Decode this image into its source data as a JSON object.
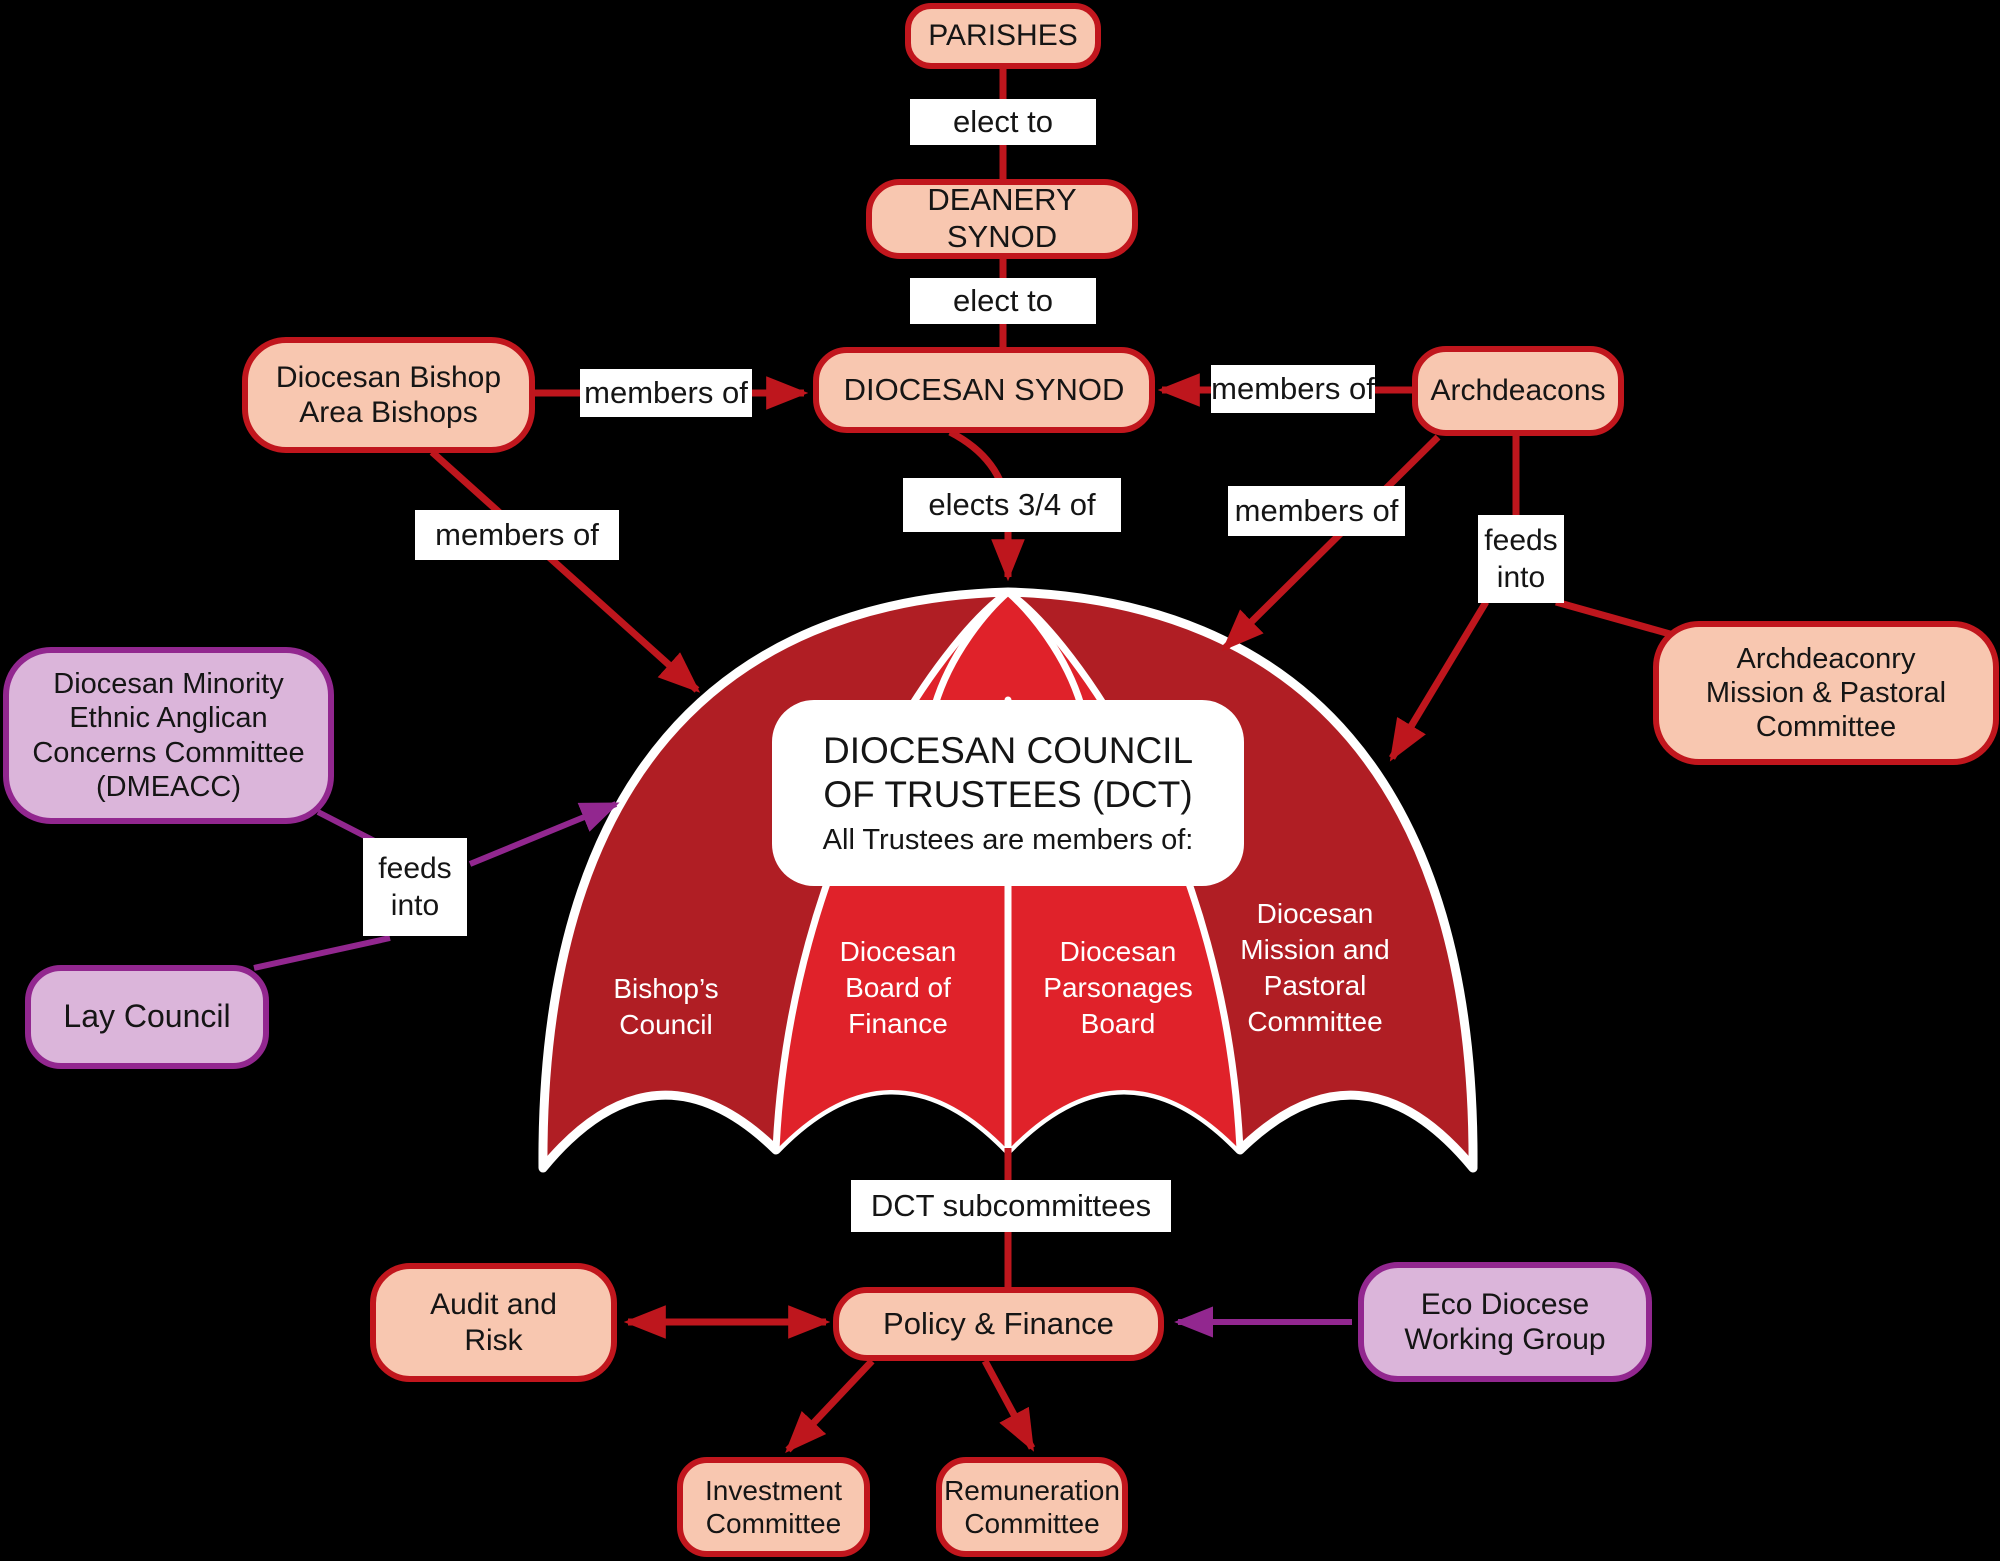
{
  "colors": {
    "background": "#000000",
    "node_fill": "#F8C7B0",
    "node_border": "#C1161D",
    "purple_fill": "#DBB5DA",
    "purple_border": "#92278F",
    "red_connector": "#BE161D",
    "purple_connector": "#92278F",
    "umbrella_dark": "#B01E24",
    "umbrella_bright": "#E0222A",
    "label_bg": "#FFFFFF",
    "text": "#151515"
  },
  "nodes": {
    "parishes": "PARISHES",
    "deanery_synod": "DEANERY SYNOD",
    "diocesan_synod": "DIOCESAN SYNOD",
    "diocesan_bishop": "Diocesan Bishop\nArea Bishops",
    "archdeacons": "Archdeacons",
    "archdeaconry": "Archdeaconry\nMission & Pastoral\nCommittee",
    "dmeacc": "Diocesan Minority\nEthnic Anglican\nConcerns Committee\n(DMEACC)",
    "lay_council": "Lay Council",
    "eco_diocese": "Eco Diocese\nWorking Group",
    "audit_risk": "Audit and\nRisk",
    "policy_finance": "Policy & Finance",
    "investment": "Investment\nCommittee",
    "remuneration": "Remuneration\nCommittee"
  },
  "edge_labels": {
    "elect_to_1": "elect to",
    "elect_to_2": "elect to",
    "members_of_bishop_synod": "members of",
    "members_of_bishop_dct": "members of",
    "members_of_archdeacons_synod": "members of",
    "members_of_archdeacons_dct": "members of",
    "elects_three_quarters": "elects 3/4 of",
    "feeds_into_left": "feeds\ninto",
    "feeds_into_right": "feeds\ninto",
    "dct_subcommittees": "DCT subcommittees"
  },
  "umbrella": {
    "title": "DIOCESAN COUNCIL\nOF TRUSTEES (DCT)",
    "subtitle": "All Trustees are members of:",
    "panels": [
      "Bishop’s\nCouncil",
      "Diocesan\nBoard of\nFinance",
      "Diocesan\nParsonages\nBoard",
      "Diocesan\nMission and\nPastoral\nCommittee"
    ]
  }
}
